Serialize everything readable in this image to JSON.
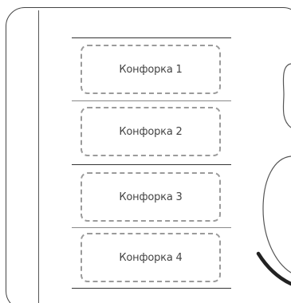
{
  "burners": [
    {
      "label": "Конфорка 1"
    },
    {
      "label": "Конфорка 2"
    },
    {
      "label": "Конфорка 3"
    },
    {
      "label": "Конфорка 4"
    }
  ],
  "icons": {
    "side_art": "burner-outline-icon"
  },
  "colors": {
    "outline": "#444444",
    "dashed_border": "#9b9b9b",
    "label_text": "#444444",
    "background": "#ffffff"
  }
}
